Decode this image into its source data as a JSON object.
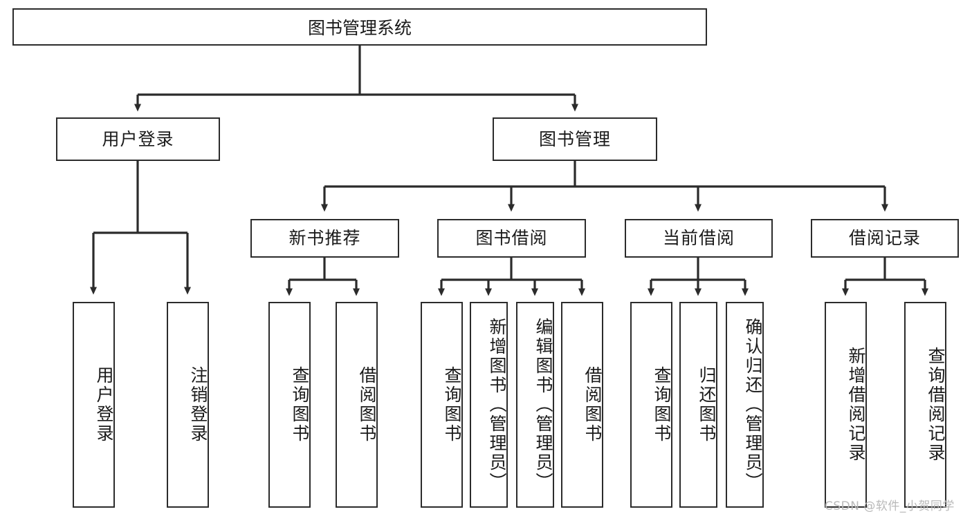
{
  "diagram": {
    "type": "tree",
    "title": "图书管理系统",
    "style": {
      "box_border": "#2b2b2b",
      "box_fill": "#ffffff",
      "edge": "#2b2b2b",
      "text": "#1a1a1a",
      "watermark": "#b9b9b9"
    },
    "root": {
      "label": "图书管理系统"
    },
    "level2": [
      {
        "label": "用户登录"
      },
      {
        "label": "图书管理"
      }
    ],
    "level3": [
      {
        "label": "新书推荐"
      },
      {
        "label": "图书借阅"
      },
      {
        "label": "当前借阅"
      },
      {
        "label": "借阅记录"
      }
    ],
    "leaves": {
      "user_login": [
        {
          "label": "用户登录"
        },
        {
          "label": "注销登录"
        }
      ],
      "new_book_recommend": [
        {
          "label": "查询图书"
        },
        {
          "label": "借阅图书"
        }
      ],
      "book_borrow": [
        {
          "label": "查询图书"
        },
        {
          "label": "新增图书（管理员）"
        },
        {
          "label": "编辑图书（管理员）"
        },
        {
          "label": "借阅图书"
        }
      ],
      "current_borrow": [
        {
          "label": "查询图书"
        },
        {
          "label": "归还图书"
        },
        {
          "label": "确认归还（管理员）"
        }
      ],
      "borrow_records": [
        {
          "label": "新增借阅记录"
        },
        {
          "label": "查询借阅记录"
        }
      ]
    },
    "watermark": "CSDN @软件_小贺同学"
  }
}
